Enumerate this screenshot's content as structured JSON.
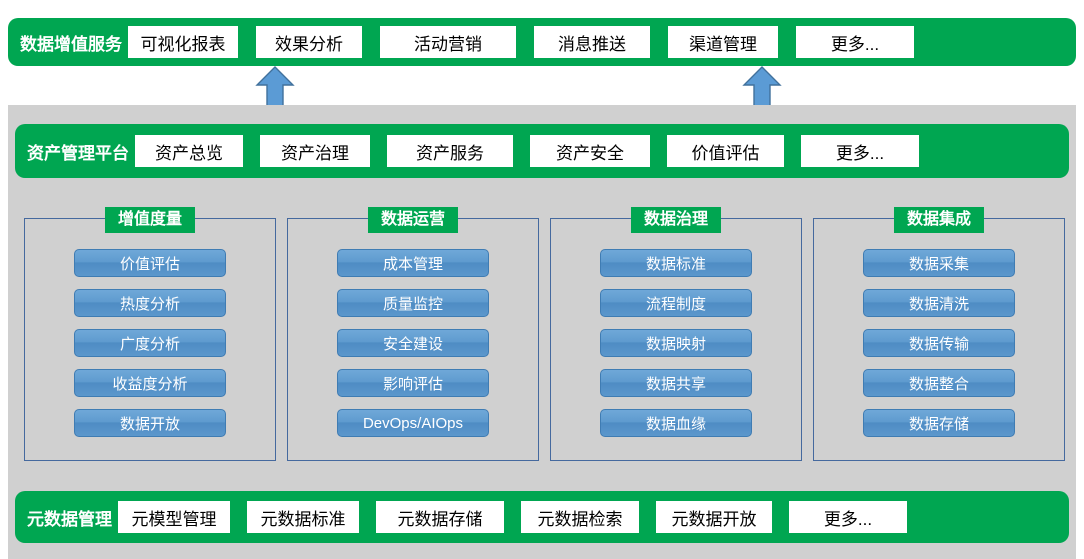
{
  "colors": {
    "green": "#00a651",
    "panel_grey": "#d0d0d0",
    "pill_blue": "#5b97cc",
    "panel_border": "#45699e",
    "arrow_fill": "#5b9bd5",
    "arrow_border": "#41719c"
  },
  "top_band": {
    "title": "数据增值服务",
    "items": [
      {
        "label": "可视化报表"
      },
      {
        "label": "效果分析"
      },
      {
        "label": "活动营销"
      },
      {
        "label": "消息推送"
      },
      {
        "label": "渠道管理"
      },
      {
        "label": "更多..."
      }
    ]
  },
  "platform_band": {
    "title": "资产管理平台",
    "items": [
      {
        "label": "资产总览"
      },
      {
        "label": "资产治理"
      },
      {
        "label": "资产服务"
      },
      {
        "label": "资产安全"
      },
      {
        "label": "价值评估"
      },
      {
        "label": "更多..."
      }
    ]
  },
  "meta_band": {
    "title": "元数据管理",
    "items": [
      {
        "label": "元模型管理"
      },
      {
        "label": "元数据标准"
      },
      {
        "label": "元数据存储"
      },
      {
        "label": "元数据检索"
      },
      {
        "label": "元数据开放"
      },
      {
        "label": "更多..."
      }
    ]
  },
  "arrows": [
    {
      "name": "arrow-up-left",
      "direction": "up"
    },
    {
      "name": "arrow-up-right",
      "direction": "up"
    }
  ],
  "columns": [
    {
      "header": "增值度量",
      "items": [
        "价值评估",
        "热度分析",
        "广度分析",
        "收益度分析",
        "数据开放"
      ]
    },
    {
      "header": "数据运营",
      "items": [
        "成本管理",
        "质量监控",
        "安全建设",
        "影响评估",
        "DevOps/AIOps"
      ]
    },
    {
      "header": "数据治理",
      "items": [
        "数据标准",
        "流程制度",
        "数据映射",
        "数据共享",
        "数据血缘"
      ]
    },
    {
      "header": "数据集成",
      "items": [
        "数据采集",
        "数据清洗",
        "数据传输",
        "数据整合",
        "数据存储"
      ]
    }
  ]
}
